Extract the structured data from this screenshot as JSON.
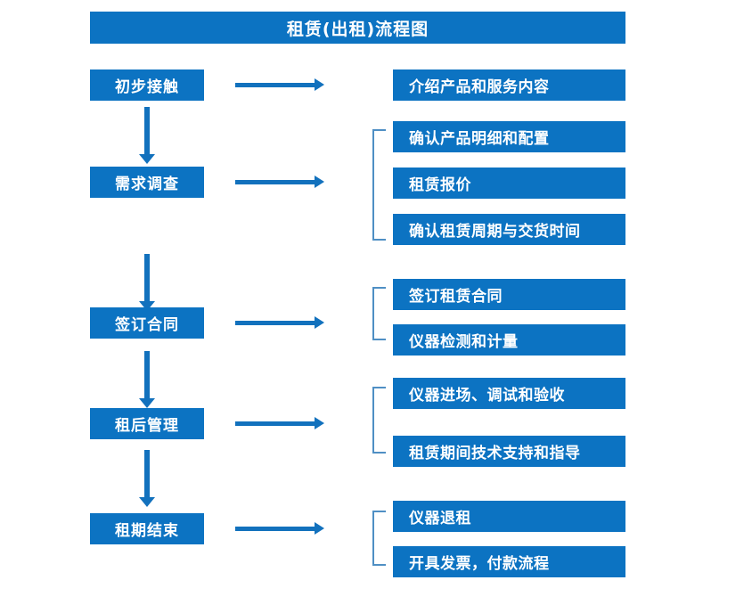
{
  "chart_data": {
    "type": "diagram",
    "title": "租赁(出租)流程图",
    "orientation": "vertical-flow-with-branches",
    "stages": [
      {
        "label": "初步接触",
        "details": [
          "介绍产品和服务内容"
        ]
      },
      {
        "label": "需求调查",
        "details": [
          "确认产品明细和配置",
          "租赁报价",
          "确认租赁周期与交货时间"
        ]
      },
      {
        "label": "签订合同",
        "details": [
          "签订租赁合同",
          "仪器检测和计量"
        ]
      },
      {
        "label": "租后管理",
        "details": [
          "仪器进场、调试和验收",
          "租赁期间技术支持和指导"
        ]
      },
      {
        "label": "租期结束",
        "details": [
          "仪器退租",
          "开具发票，付款流程"
        ]
      }
    ]
  },
  "header": {
    "title": "租赁(出租)流程图"
  },
  "colors": {
    "box_fill": "#0c73c2",
    "box_text": "#ffffff",
    "arrow": "#1271bd",
    "bracket": "#4f8fc4",
    "background": "#ffffff"
  },
  "stages": [
    {
      "label": "初步接触"
    },
    {
      "label": "需求调查"
    },
    {
      "label": "签订合同"
    },
    {
      "label": "租后管理"
    },
    {
      "label": "租期结束"
    }
  ],
  "details": [
    {
      "label": "介绍产品和服务内容"
    },
    {
      "label": "确认产品明细和配置"
    },
    {
      "label": "租赁报价"
    },
    {
      "label": "确认租赁周期与交货时间"
    },
    {
      "label": "签订租赁合同"
    },
    {
      "label": "仪器检测和计量"
    },
    {
      "label": "仪器进场、调试和验收"
    },
    {
      "label": "租赁期间技术支持和指导"
    },
    {
      "label": "仪器退租"
    },
    {
      "label": "开具发票，付款流程"
    }
  ]
}
